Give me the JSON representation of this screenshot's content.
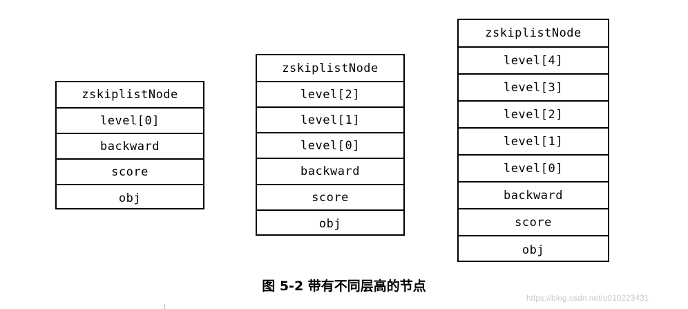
{
  "figure": {
    "caption": "图 5-2   带有不同层高的节点",
    "watermark": "https://blog.csdn.net/u010223431"
  },
  "nodes": [
    {
      "id": "node-1-level",
      "rows": [
        "zskiplistNode",
        "level[0]",
        "backward",
        "score",
        "obj"
      ]
    },
    {
      "id": "node-3-level",
      "rows": [
        "zskiplistNode",
        "level[2]",
        "level[1]",
        "level[0]",
        "backward",
        "score",
        "obj"
      ]
    },
    {
      "id": "node-5-level",
      "rows": [
        "zskiplistNode",
        "level[4]",
        "level[3]",
        "level[2]",
        "level[1]",
        "level[0]",
        "backward",
        "score",
        "obj"
      ]
    }
  ]
}
